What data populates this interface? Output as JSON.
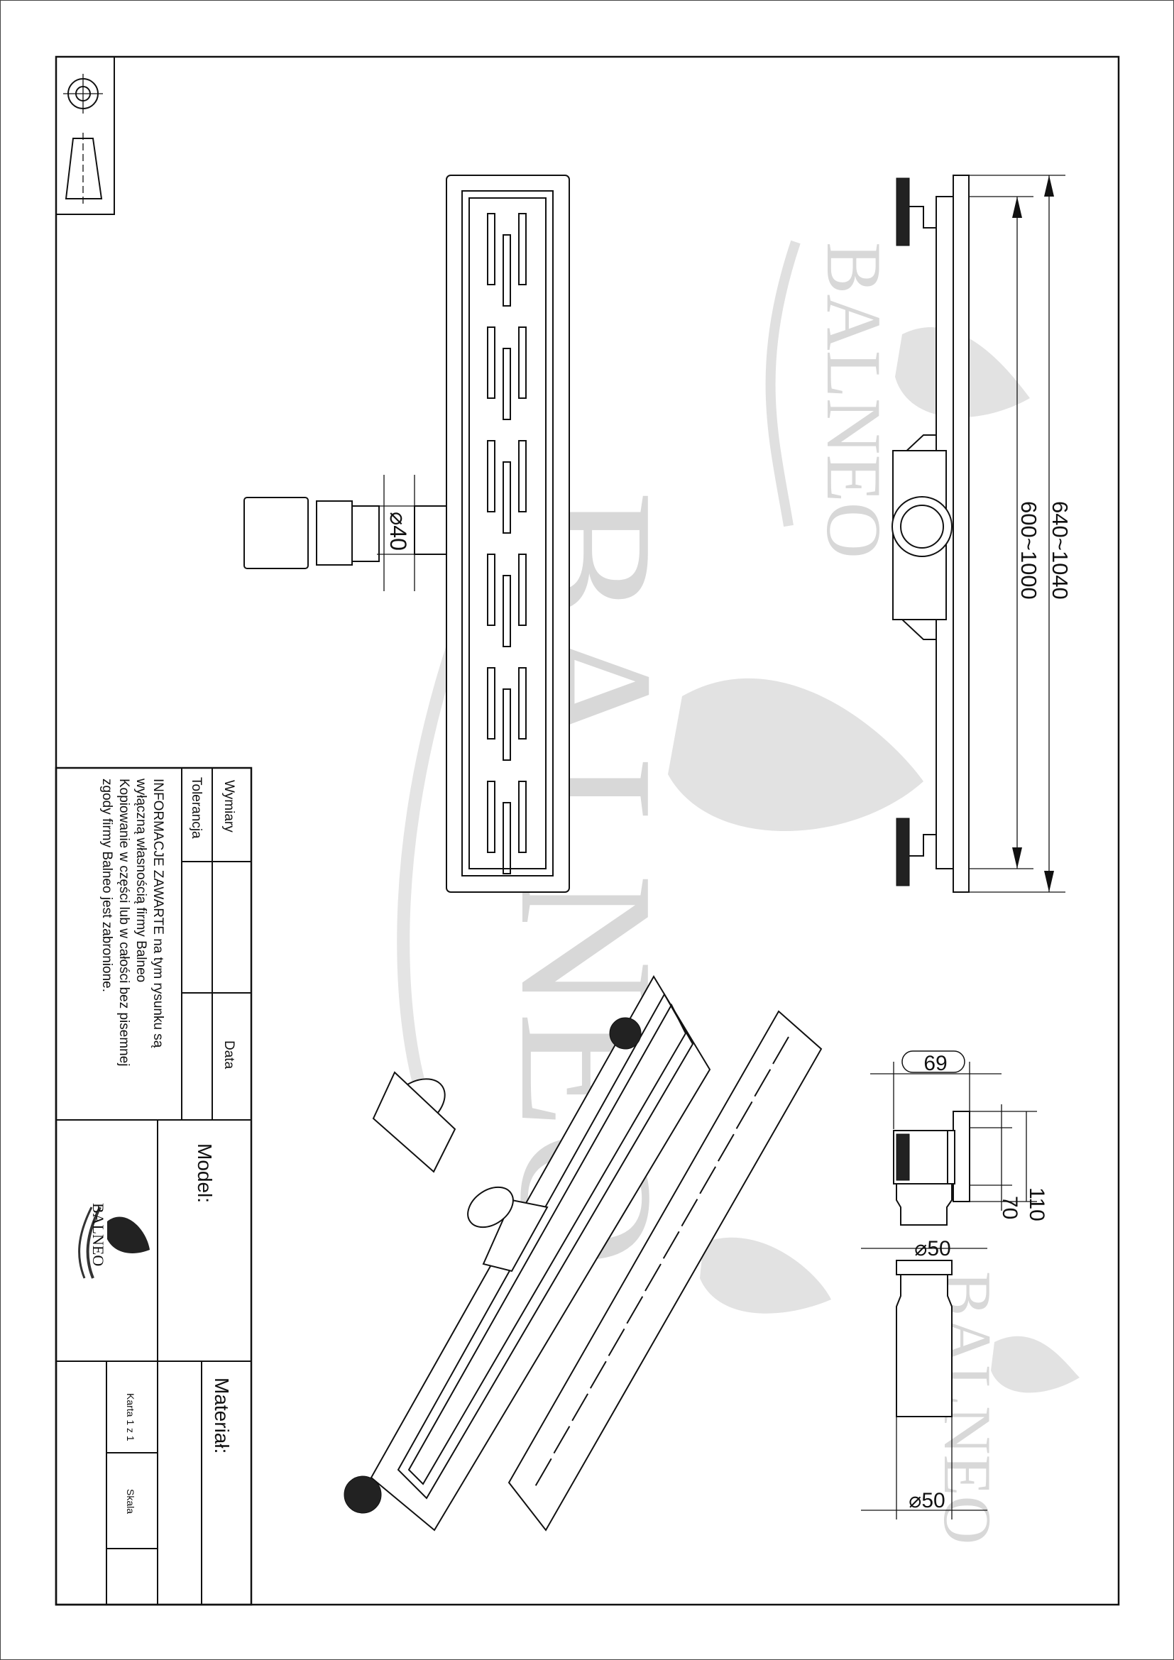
{
  "title_block": {
    "wymiary_label": "Wymiary",
    "tolerancja_label": "Tolerancja",
    "data_label": "Data",
    "info_lines": [
      "INFORMACJE ZAWARTE na tym rysunku są",
      "wyłączną własnością firmy Balneo",
      "Kopiowanie w części lub w całości bez pisemnej",
      "zgody firmy Balneo jest zabronione."
    ],
    "model_label": "Model:",
    "material_label": "Materiał:",
    "sheet_label": "Karta 1 z 1",
    "scale_label": "Skala",
    "logo_text": "BALNEO"
  },
  "watermark_text": "BALNEO",
  "dimensions": {
    "overall_length": "640~1040",
    "grate_length": "600~1000",
    "outlet_diameter_top": "⌀40",
    "width": "69",
    "height_total": "110",
    "height_body": "70",
    "pipe_diameter_1": "⌀50",
    "pipe_diameter_2": "⌀50"
  }
}
